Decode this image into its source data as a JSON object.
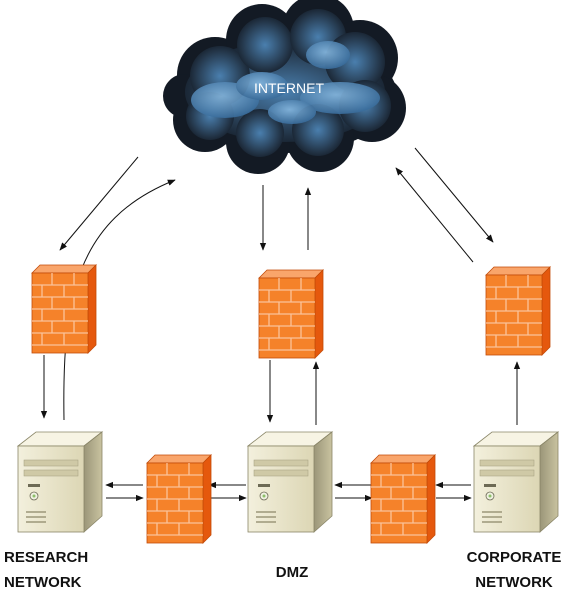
{
  "cloud": {
    "label": "INTERNET",
    "icon": "cloud-icon"
  },
  "nodes": {
    "research": {
      "line1": "RESEARCH",
      "line2": "NETWORK",
      "icon": "server-icon"
    },
    "dmz": {
      "line1": "DMZ",
      "icon": "server-icon"
    },
    "corporate": {
      "line1": "CORPORATE",
      "line2": "NETWORK",
      "icon": "server-icon"
    }
  },
  "firewalls": [
    "firewall-research",
    "firewall-dmz",
    "firewall-corporate",
    "firewall-research-dmz",
    "firewall-dmz-corporate"
  ],
  "colors": {
    "firewall_front": "#f5822a",
    "firewall_side": "#ea5d0f",
    "server_body": "#e9e4c8",
    "cloud_dark": "#141c29",
    "cloud_light": "#5b96c6",
    "arrow": "#111111"
  }
}
